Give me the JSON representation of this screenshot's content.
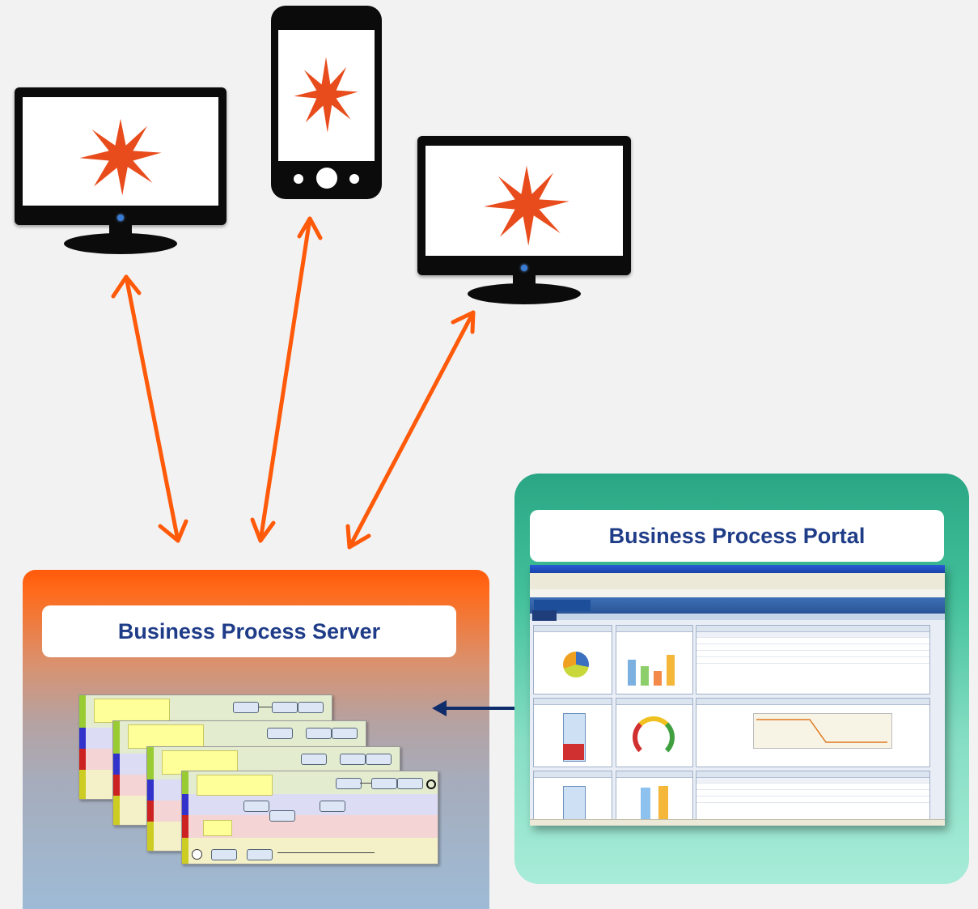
{
  "server": {
    "title": "Business Process Server"
  },
  "portal": {
    "title": "Business Process Portal"
  },
  "colors": {
    "arrow": "#ff5a0a",
    "connector": "#0f2d6b",
    "server_top": "#ff5a0a",
    "portal_top": "#2aa684",
    "label_text": "#1f3c88",
    "logo_star": "#e84c1c"
  },
  "devices": [
    {
      "kind": "desktop-monitor",
      "icon": "burst-logo"
    },
    {
      "kind": "smartphone",
      "icon": "burst-logo"
    },
    {
      "kind": "desktop-monitor",
      "icon": "burst-logo"
    }
  ]
}
